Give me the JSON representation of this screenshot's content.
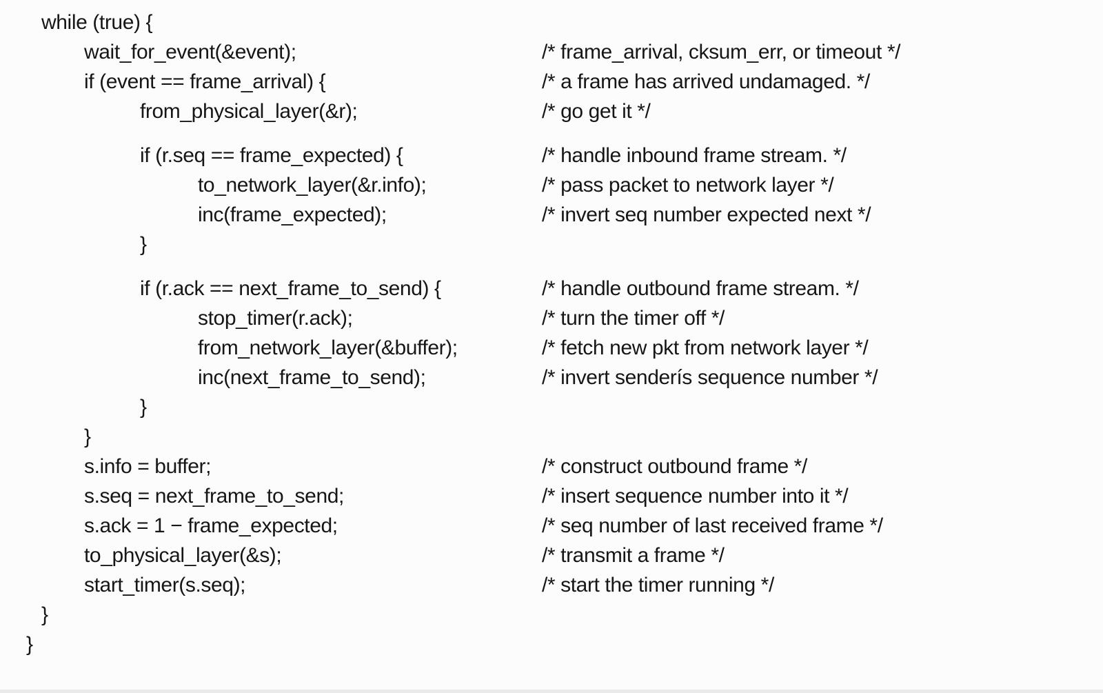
{
  "page": {
    "background_color": "#fcfcfc",
    "text_color": "#161616",
    "scan_edge_color": "#eaeaea"
  },
  "code_listing": {
    "language": "c-pseudocode",
    "lines": [
      {
        "code": "while (true) {",
        "indent": 0,
        "comment": ""
      },
      {
        "code": "wait_for_event(&event);",
        "indent": 1,
        "comment": "/* frame_arrival, cksum_err, or timeout */"
      },
      {
        "code": "if (event == frame_arrival) {",
        "indent": 1,
        "comment": "/* a frame has arrived undamaged. */"
      },
      {
        "code": "from_physical_layer(&r);",
        "indent": 2,
        "comment": "/* go get it */"
      },
      {
        "code": "if (r.seq == frame_expected) {",
        "indent": 2,
        "comment": "/* handle inbound frame stream. */",
        "gap_before": true
      },
      {
        "code": "to_network_layer(&r.info);",
        "indent": 3,
        "comment": "/* pass packet to network layer */"
      },
      {
        "code": "inc(frame_expected);",
        "indent": 3,
        "comment": "/* invert seq number expected next */"
      },
      {
        "code": "}",
        "indent": 2,
        "comment": ""
      },
      {
        "code": "if (r.ack == next_frame_to_send) {",
        "indent": 2,
        "comment": "/* handle outbound frame stream. */",
        "gap_before": true
      },
      {
        "code": "stop_timer(r.ack);",
        "indent": 3,
        "comment": "/* turn the timer off */"
      },
      {
        "code": "from_network_layer(&buffer);",
        "indent": 3,
        "comment": "/* fetch new pkt from network layer */"
      },
      {
        "code": "inc(next_frame_to_send);",
        "indent": 3,
        "comment": "/* invert senderís sequence number */"
      },
      {
        "code": "}",
        "indent": 2,
        "comment": ""
      },
      {
        "code": "}",
        "indent": 1,
        "comment": ""
      },
      {
        "code": "s.info = buffer;",
        "indent": 1,
        "comment": "/* construct outbound frame */"
      },
      {
        "code": "s.seq = next_frame_to_send;",
        "indent": 1,
        "comment": "/* insert sequence number into it */"
      },
      {
        "code": "s.ack = 1 − frame_expected;",
        "indent": 1,
        "comment": "/* seq number of last received frame */"
      },
      {
        "code": "to_physical_layer(&s);",
        "indent": 1,
        "comment": "/* transmit a frame */"
      },
      {
        "code": "start_timer(s.seq);",
        "indent": 1,
        "comment": "/* start the timer running */"
      },
      {
        "code": "}",
        "indent": 0,
        "comment": ""
      },
      {
        "code": "}",
        "indent": -1,
        "comment": ""
      }
    ]
  }
}
